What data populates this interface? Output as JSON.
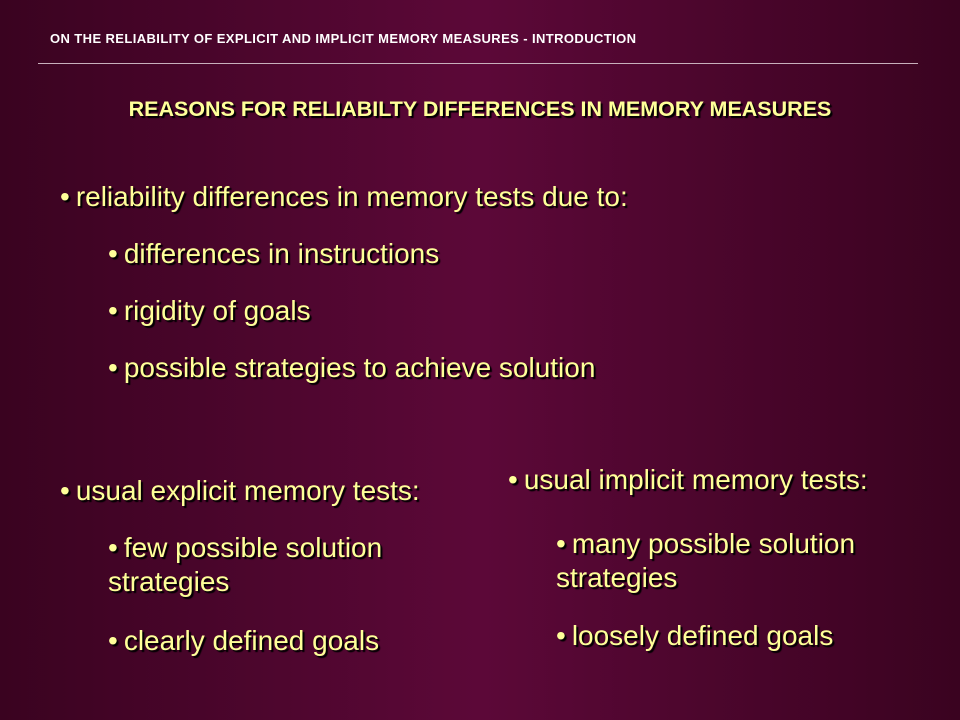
{
  "header": {
    "text": "ON THE RELIABILITY OF EXPLICIT AND IMPLICIT MEMORY MEASURES - INTRODUCTION"
  },
  "title": "REASONS FOR RELIABILTY DIFFERENCES IN MEMORY MEASURES",
  "bullet_symbol": "•",
  "reliability": {
    "main": "reliability differences in memory tests due to:",
    "items": [
      "differences in instructions",
      "rigidity of goals",
      "possible strategies to achieve solution"
    ]
  },
  "explicit": {
    "main": "usual explicit memory tests:",
    "items": [
      "few possible solution strategies",
      "clearly defined goals"
    ]
  },
  "implicit": {
    "main": "usual implicit memory tests:",
    "items": [
      "many possible solution strategies",
      "loosely defined goals"
    ]
  },
  "colors": {
    "background_dark": "#3a0320",
    "background_light": "#5c0838",
    "text_yellow": "#ffff99",
    "header_white": "#ffffff"
  }
}
